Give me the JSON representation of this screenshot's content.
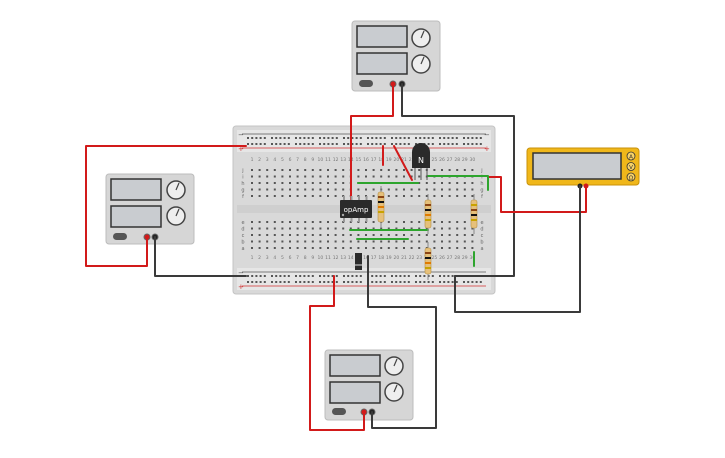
{
  "canvas": {
    "background": "#ffffff"
  },
  "colors": {
    "wire_red": "#d21a1a",
    "wire_black": "#3a3a3a",
    "wire_green": "#2ea52e",
    "board": "#d9d9d9",
    "rail_red": "#cf2f2f",
    "rail_dark": "#555555",
    "psu_case": "#d6d6d6",
    "lcd": "#c9ccd0",
    "meter_case": "#f0b71a",
    "ic": "#2a2a2a"
  },
  "components": {
    "ic_label": "opAmp",
    "transistor_label": "N"
  },
  "multimeter": {
    "button_labels": [
      "A",
      "V",
      "Ω"
    ]
  },
  "breadboard": {
    "row_letters_top": [
      "j",
      "i",
      "h",
      "g",
      "f"
    ],
    "row_letters_bottom": [
      "e",
      "d",
      "c",
      "b",
      "a"
    ],
    "column_count": 30,
    "rail_plus": "+",
    "rail_minus": "−"
  }
}
